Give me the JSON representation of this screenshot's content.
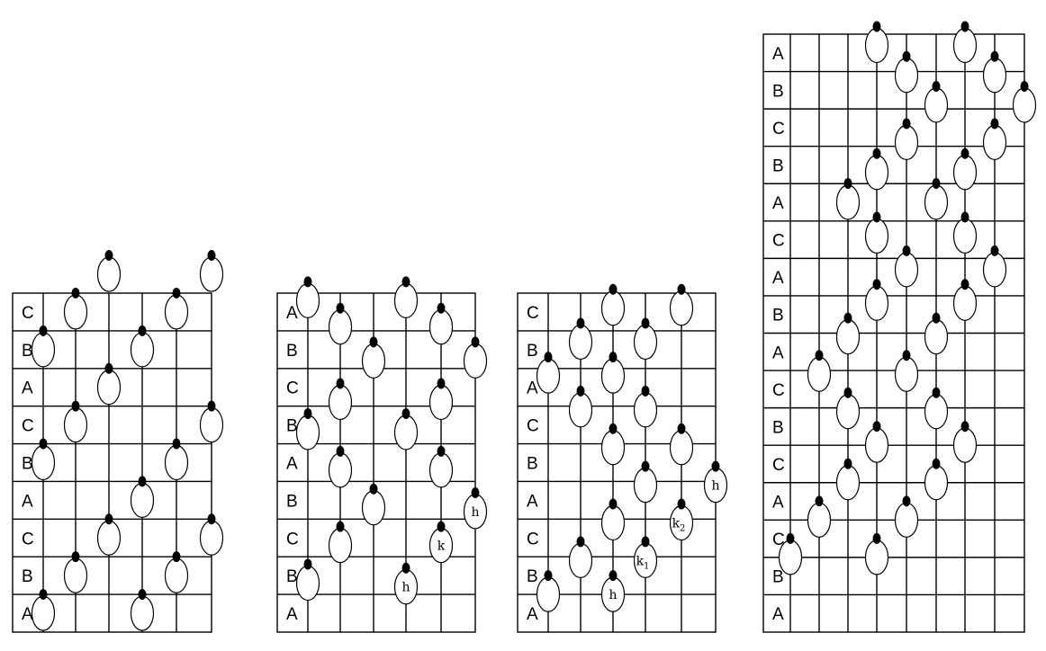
{
  "panels": [
    {
      "id": "panel-1",
      "rows": [
        "C",
        "B",
        "A",
        "C",
        "B",
        "A",
        "C",
        "B",
        "A"
      ],
      "tokens": [
        {
          "line": 3,
          "row": -1,
          "label": ""
        },
        {
          "line": 6,
          "row": -1,
          "label": ""
        },
        {
          "line": 2,
          "row": 0,
          "label": ""
        },
        {
          "line": 5,
          "row": 0,
          "label": ""
        },
        {
          "line": 1,
          "row": 1,
          "label": ""
        },
        {
          "line": 4,
          "row": 1,
          "label": ""
        },
        {
          "line": 3,
          "row": 2,
          "label": ""
        },
        {
          "line": 2,
          "row": 3,
          "label": ""
        },
        {
          "line": 6,
          "row": 3,
          "label": ""
        },
        {
          "line": 1,
          "row": 4,
          "label": ""
        },
        {
          "line": 5,
          "row": 4,
          "label": ""
        },
        {
          "line": 4,
          "row": 5,
          "label": ""
        },
        {
          "line": 3,
          "row": 6,
          "label": ""
        },
        {
          "line": 6,
          "row": 6,
          "label": ""
        },
        {
          "line": 2,
          "row": 7,
          "label": ""
        },
        {
          "line": 5,
          "row": 7,
          "label": ""
        },
        {
          "line": 1,
          "row": 8,
          "label": ""
        },
        {
          "line": 4,
          "row": 8,
          "label": ""
        }
      ]
    },
    {
      "id": "panel-2",
      "rows": [
        "A",
        "B",
        "C",
        "B",
        "A",
        "B",
        "C",
        "B",
        "A"
      ],
      "tokens": [
        {
          "line": 1,
          "row": -0.3,
          "label": ""
        },
        {
          "line": 4,
          "row": -0.3,
          "label": ""
        },
        {
          "line": 2,
          "row": 0.4,
          "label": ""
        },
        {
          "line": 5,
          "row": 0.4,
          "label": ""
        },
        {
          "line": 3,
          "row": 1.3,
          "label": ""
        },
        {
          "line": 6,
          "row": 1.3,
          "label": ""
        },
        {
          "line": 2,
          "row": 2.4,
          "label": ""
        },
        {
          "line": 5,
          "row": 2.4,
          "label": ""
        },
        {
          "line": 1,
          "row": 3.2,
          "label": ""
        },
        {
          "line": 4,
          "row": 3.2,
          "label": ""
        },
        {
          "line": 2,
          "row": 4.2,
          "label": ""
        },
        {
          "line": 5,
          "row": 4.2,
          "label": ""
        },
        {
          "line": 3,
          "row": 5.2,
          "label": ""
        },
        {
          "line": 6,
          "row": 5.3,
          "label": "h"
        },
        {
          "line": 2,
          "row": 6.2,
          "label": ""
        },
        {
          "line": 5,
          "row": 6.2,
          "label": "k"
        },
        {
          "line": 1,
          "row": 7.2,
          "label": ""
        },
        {
          "line": 4,
          "row": 7.3,
          "label": "h"
        }
      ]
    },
    {
      "id": "panel-3",
      "rows": [
        "C",
        "B",
        "A",
        "C",
        "B",
        "A",
        "C",
        "B",
        "A"
      ],
      "tokens": [
        {
          "line": 3,
          "row": -0.1,
          "label": ""
        },
        {
          "line": 5,
          "row": -0.1,
          "label": ""
        },
        {
          "line": 2,
          "row": 0.8,
          "label": ""
        },
        {
          "line": 4,
          "row": 0.8,
          "label": ""
        },
        {
          "line": 1,
          "row": 1.7,
          "label": ""
        },
        {
          "line": 3,
          "row": 1.7,
          "label": ""
        },
        {
          "line": 2,
          "row": 2.6,
          "label": ""
        },
        {
          "line": 4,
          "row": 2.6,
          "label": ""
        },
        {
          "line": 3,
          "row": 3.6,
          "label": ""
        },
        {
          "line": 5,
          "row": 3.6,
          "label": ""
        },
        {
          "line": 4,
          "row": 4.6,
          "label": ""
        },
        {
          "line": 6,
          "row": 4.6,
          "label": "h"
        },
        {
          "line": 3,
          "row": 5.6,
          "label": ""
        },
        {
          "line": 5,
          "row": 5.6,
          "label": "k",
          "sub": "2"
        },
        {
          "line": 2,
          "row": 6.6,
          "label": ""
        },
        {
          "line": 4,
          "row": 6.6,
          "label": "k",
          "sub": "1"
        },
        {
          "line": 1,
          "row": 7.5,
          "label": ""
        },
        {
          "line": 3,
          "row": 7.5,
          "label": "h"
        }
      ]
    },
    {
      "id": "panel-4",
      "rows": [
        "A",
        "B",
        "C",
        "B",
        "A",
        "C",
        "A",
        "B",
        "A",
        "C",
        "B",
        "C",
        "A",
        "C",
        "B",
        "A"
      ],
      "tokens": [
        {
          "line": 4,
          "row": -0.2,
          "label": ""
        },
        {
          "line": 7,
          "row": -0.2,
          "label": ""
        },
        {
          "line": 5,
          "row": 0.6,
          "label": ""
        },
        {
          "line": 8,
          "row": 0.6,
          "label": ""
        },
        {
          "line": 6,
          "row": 1.4,
          "label": ""
        },
        {
          "line": 9,
          "row": 1.4,
          "label": ""
        },
        {
          "line": 5,
          "row": 2.4,
          "label": ""
        },
        {
          "line": 8,
          "row": 2.4,
          "label": ""
        },
        {
          "line": 4,
          "row": 3.2,
          "label": ""
        },
        {
          "line": 7,
          "row": 3.2,
          "label": ""
        },
        {
          "line": 3,
          "row": 4.0,
          "label": ""
        },
        {
          "line": 6,
          "row": 4.0,
          "label": ""
        },
        {
          "line": 4,
          "row": 4.9,
          "label": ""
        },
        {
          "line": 7,
          "row": 4.9,
          "label": ""
        },
        {
          "line": 5,
          "row": 5.8,
          "label": ""
        },
        {
          "line": 8,
          "row": 5.8,
          "label": ""
        },
        {
          "line": 4,
          "row": 6.7,
          "label": ""
        },
        {
          "line": 7,
          "row": 6.7,
          "label": ""
        },
        {
          "line": 3,
          "row": 7.6,
          "label": ""
        },
        {
          "line": 6,
          "row": 7.6,
          "label": ""
        },
        {
          "line": 2,
          "row": 8.6,
          "label": ""
        },
        {
          "line": 5,
          "row": 8.6,
          "label": ""
        },
        {
          "line": 3,
          "row": 9.6,
          "label": ""
        },
        {
          "line": 6,
          "row": 9.6,
          "label": ""
        },
        {
          "line": 4,
          "row": 10.5,
          "label": ""
        },
        {
          "line": 7,
          "row": 10.5,
          "label": ""
        },
        {
          "line": 3,
          "row": 11.5,
          "label": ""
        },
        {
          "line": 6,
          "row": 11.5,
          "label": ""
        },
        {
          "line": 2,
          "row": 12.5,
          "label": ""
        },
        {
          "line": 5,
          "row": 12.5,
          "label": ""
        },
        {
          "line": 1,
          "row": 13.5,
          "label": ""
        },
        {
          "line": 4,
          "row": 13.5,
          "label": ""
        }
      ]
    }
  ],
  "colors": {
    "stroke": "#000000",
    "fill": "#ffffff",
    "dot": "#000000"
  }
}
